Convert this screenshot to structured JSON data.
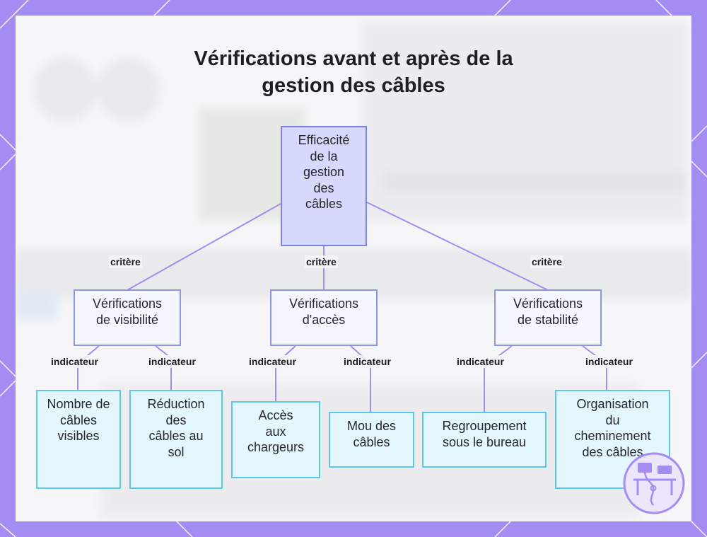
{
  "title": {
    "line1": "Vérifications avant et après de la",
    "line2": "gestion des câbles"
  },
  "root": {
    "label": "Efficacité\nde la\ngestion\ndes\ncâbles"
  },
  "branches": [
    {
      "edge_label": "critère",
      "label": "Vérifications\nde visibilité",
      "leaves": [
        {
          "edge_label": "indicateur",
          "label": "Nombre de\ncâbles\nvisibles"
        },
        {
          "edge_label": "indicateur",
          "label": "Réduction\ndes\ncâbles au\nsol"
        }
      ]
    },
    {
      "edge_label": "critère",
      "label": "Vérifications\nd'accès",
      "leaves": [
        {
          "edge_label": "indicateur",
          "label": "Accès\naux\nchargeurs"
        },
        {
          "edge_label": "indicateur",
          "label": "Mou des\ncâbles"
        }
      ]
    },
    {
      "edge_label": "critère",
      "label": "Vérifications\nde stabilité",
      "leaves": [
        {
          "edge_label": "indicateur",
          "label": "Regroupement\nsous le bureau"
        },
        {
          "edge_label": "indicateur",
          "label": "Organisation\ndu\ncheminement\ndes câbles"
        }
      ]
    }
  ],
  "colors": {
    "frame": "#a48cf2",
    "connector": "#a58cef",
    "root_fill": "#d6d9fb",
    "branch_fill": "#f5f6fe",
    "leaf_fill": "#e3f7fd",
    "leaf_border": "#5cc7ea"
  },
  "icons": {
    "badge": "desk-cable-management-icon"
  }
}
